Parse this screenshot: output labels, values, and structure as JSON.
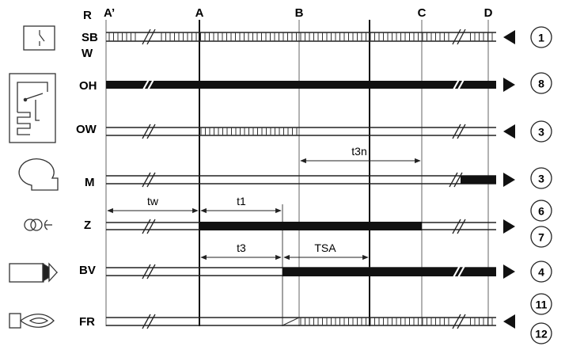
{
  "columns": {
    "a_prime": "A’",
    "a": "A",
    "b": "B",
    "c": "C",
    "d": "D"
  },
  "rows": {
    "sb": {
      "label": "SB",
      "terminal": "1",
      "label_top": "R",
      "label_bottom": "W"
    },
    "oh": {
      "label": "OH",
      "terminal": "8"
    },
    "ow": {
      "label": "OW",
      "terminal": "3"
    },
    "m": {
      "label": "M",
      "terminal": "3"
    },
    "z": {
      "label": "Z",
      "terminals": [
        "6",
        "7"
      ]
    },
    "bv": {
      "label": "BV",
      "terminal": "4"
    },
    "fr": {
      "label": "FR",
      "terminals": [
        "11",
        "12"
      ]
    }
  },
  "timings": {
    "tw": "tw",
    "t1": "t1",
    "t3": "t3",
    "tsa": "TSA",
    "t3n": "t3n"
  },
  "colors": {
    "line": "#1a1a1a",
    "thin_line": "#555555",
    "fill": "#111111"
  }
}
